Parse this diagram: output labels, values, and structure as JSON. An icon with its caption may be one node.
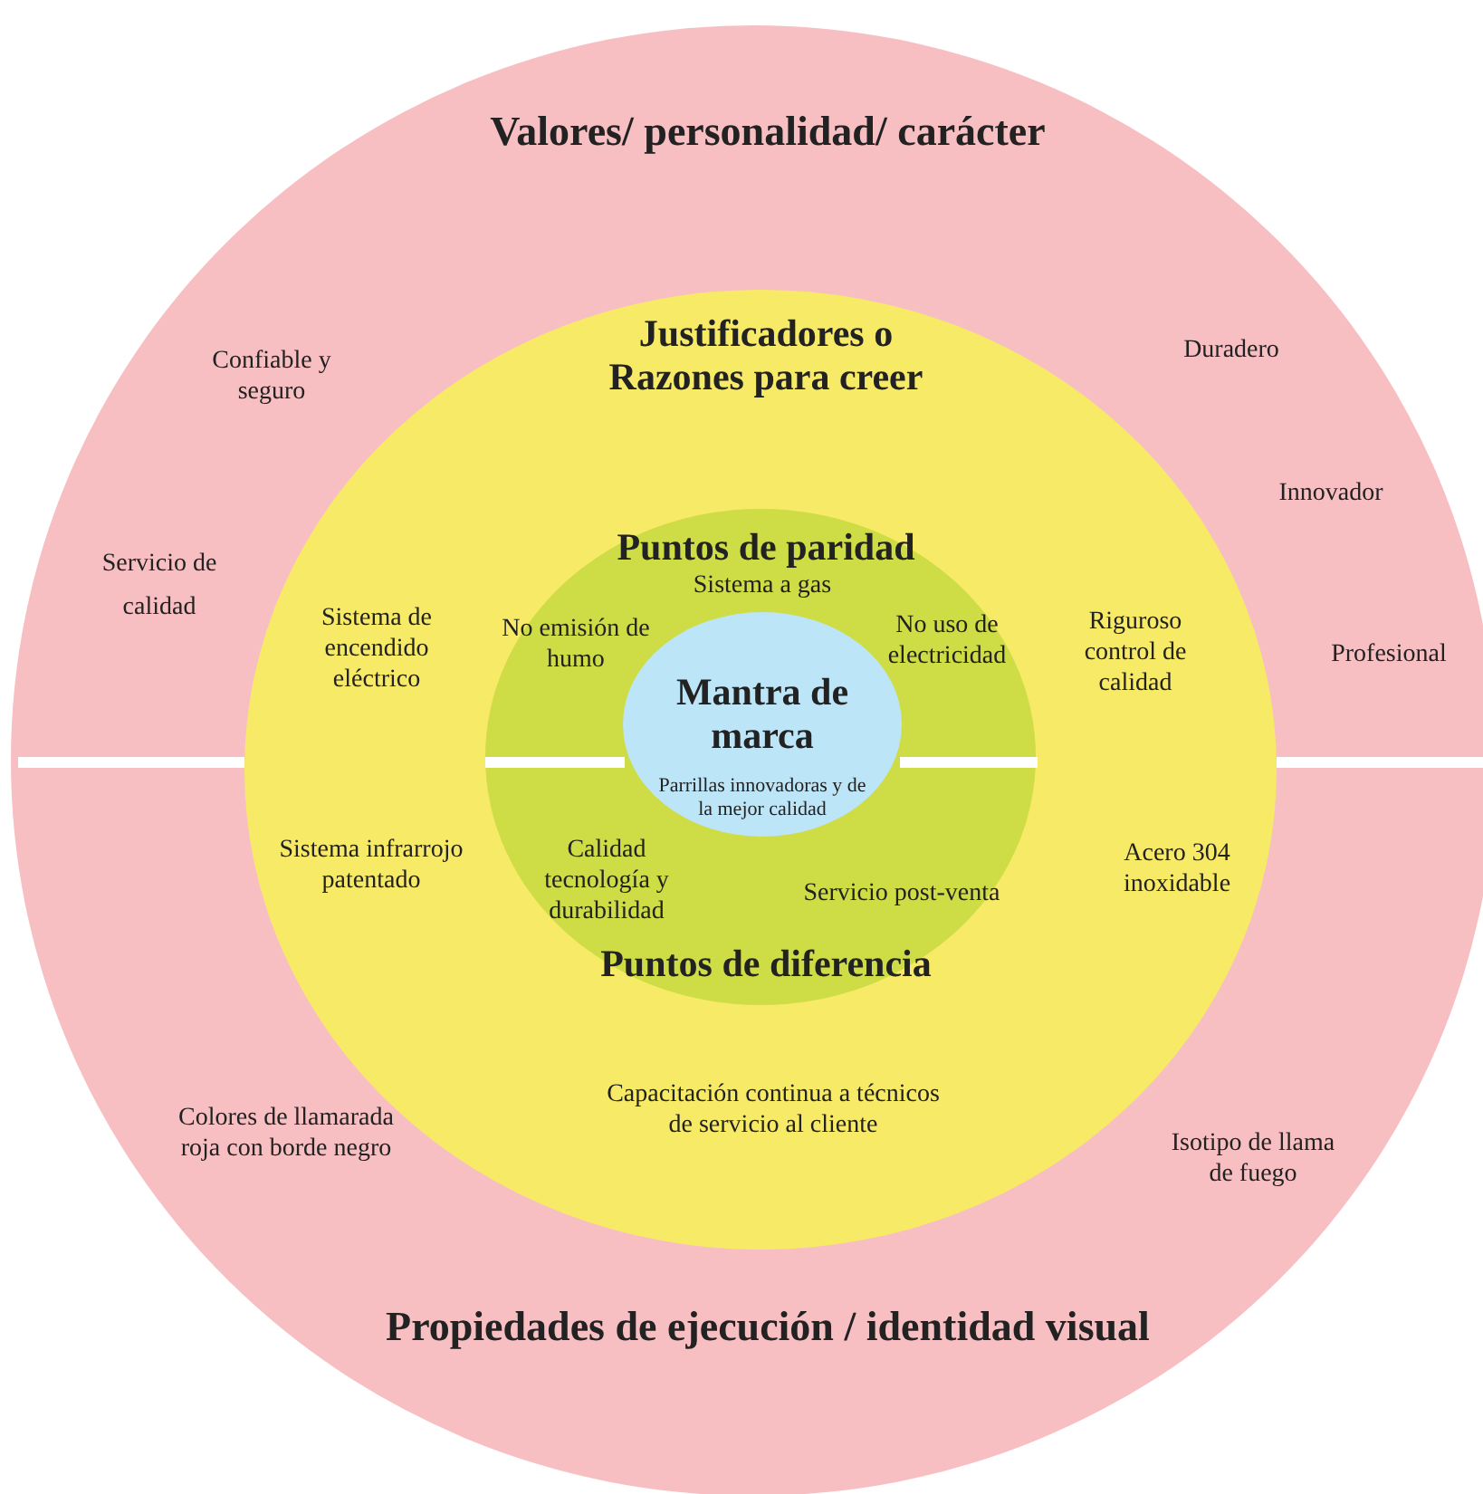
{
  "diagram": {
    "nodes": [
      {
        "text": [
          "Valores/ personalidad/ carácter",
          "Propiedades de ejecución / identidad visual"
        ]
      },
      {
        "text": [
          "Justificadores o Razones para creer"
        ],
        "in": 0
      },
      {
        "text": [
          "Puntos de paridad",
          "Puntos de diferencia"
        ],
        "in": 1
      },
      {
        "text": [
          "Mantra de marca",
          "Parrillas innovadoras y de la mejor calidad"
        ],
        "in": 2
      }
    ],
    "labels": [
      "Confiable y seguro",
      "Duradero",
      "Innovador",
      "Servicio de calidad",
      "Sistema de encendido eléctrico",
      "No emisión de humo",
      "Sistema a gas",
      "No uso de electricidad",
      "Riguroso control de calidad",
      "Profesional",
      "Sistema infrarrojo patentado",
      "Calidad tecnología y durabilidad",
      "Servicio post-venta",
      "Acero 304 inoxidable",
      "Capacitación continua a técnicos de servicio al cliente",
      "Colores de llamarada roja con borde negro",
      "Isotipo de llama de fuego"
    ]
  }
}
